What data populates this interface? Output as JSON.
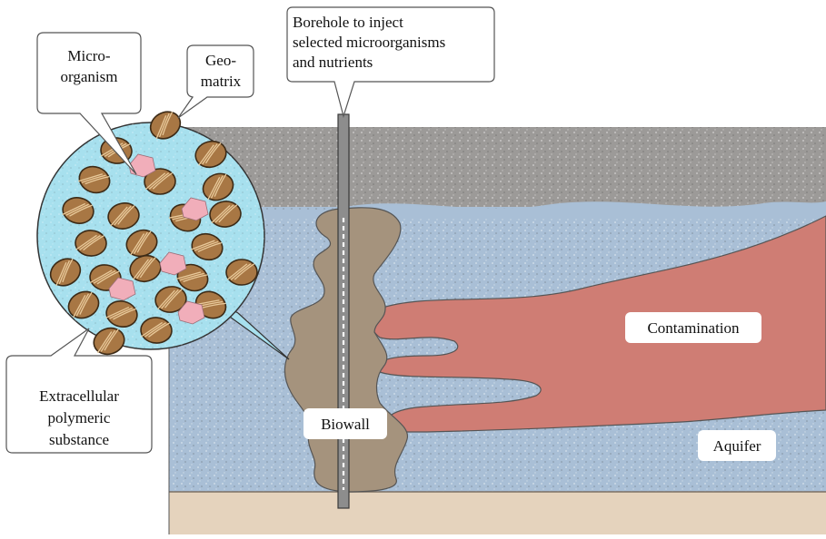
{
  "labels": {
    "borehole": [
      "Borehole to inject",
      "selected microorganisms",
      "and nutrients"
    ],
    "microorganism": [
      "Micro-",
      "organism"
    ],
    "geomatrix": [
      "Geo-",
      "matrix"
    ],
    "eps": [
      "Extracellular",
      "polymeric",
      "substance"
    ],
    "contamination": "Contamination",
    "biowall": "Biowall",
    "aquifer": "Aquifer"
  },
  "colors": {
    "vadose_zone": "#9c9a98",
    "aquifer": "#a9bfd6",
    "contamination": "#cf7d74",
    "biowall": "#a5937d",
    "bedrock": "#e5d3bd",
    "magnifier_fill": "#a7e0ee",
    "grain": "#a87744",
    "microbe": "#f1aeba"
  }
}
